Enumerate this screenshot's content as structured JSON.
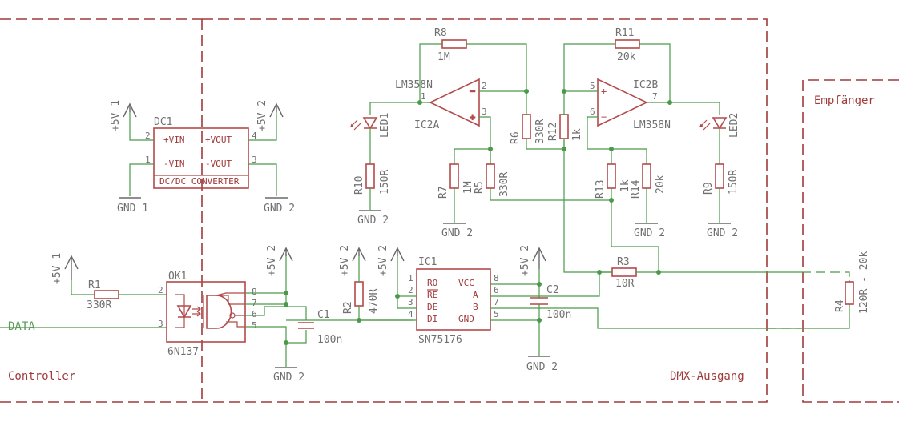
{
  "sections": {
    "controller": "Controller",
    "dmx_output": "DMX-Ausgang",
    "receiver": "Empfänger"
  },
  "signals": {
    "data": "DATA"
  },
  "supplies": {
    "vcc1_left": "+5V 1",
    "vcc2_dc": "+5V 2",
    "vcc1_dc": "+5V 1",
    "vcc1_r1": "+5V 1",
    "vcc2_ok1": "+5V 2",
    "vcc2_r2": "+5V 2",
    "vcc2_ic1": "+5V 2",
    "vcc2_c2": "+5V 2",
    "gnd1_dc": "GND 1",
    "gnd2_dc": "GND 2",
    "gnd2_ok1": "GND 2",
    "gnd2_c2": "GND 2",
    "gnd2_led1": "GND 2",
    "gnd2_r7": "GND 2",
    "gnd2_r14": "GND 2",
    "gnd2_led2": "GND 2"
  },
  "components": {
    "dc1": {
      "ref": "DC1",
      "vin_p": "+VIN",
      "vin_n": "-VIN",
      "vout_p": "+VOUT",
      "vout_n": "-VOUT",
      "name": "DC/DC CONVERTER",
      "pins": [
        "2",
        "1",
        "4",
        "3"
      ]
    },
    "ok1": {
      "ref": "OK1",
      "value": "6N137",
      "pins": [
        "2",
        "3",
        "8",
        "7",
        "6",
        "5"
      ]
    },
    "ic1": {
      "ref": "IC1",
      "value": "SN75176",
      "ro": "RO",
      "re": "RE",
      "de": "DE",
      "di": "DI",
      "vcc": "VCC",
      "a": "A",
      "b": "B",
      "gnd": "GND",
      "pins": [
        "1",
        "2",
        "3",
        "4",
        "8",
        "6",
        "7",
        "5"
      ]
    },
    "ic2a": {
      "ref": "IC2A",
      "value": "LM358N",
      "pins": [
        "1",
        "2",
        "3"
      ]
    },
    "ic2b": {
      "ref": "IC2B",
      "value": "LM358N",
      "pins": [
        "5",
        "6",
        "7"
      ]
    },
    "r1": {
      "ref": "R1",
      "value": "330R"
    },
    "r2": {
      "ref": "R2",
      "value": "470R"
    },
    "r3": {
      "ref": "R3",
      "value": "10R"
    },
    "r4": {
      "ref": "R4",
      "value": "120R - 20k"
    },
    "r5": {
      "ref": "R5",
      "value": "330R"
    },
    "r6": {
      "ref": "R6",
      "value": "330R"
    },
    "r7": {
      "ref": "R7",
      "value": "1M"
    },
    "r8": {
      "ref": "R8",
      "value": "1M"
    },
    "r9": {
      "ref": "R9",
      "value": "150R"
    },
    "r10": {
      "ref": "R10",
      "value": "150R"
    },
    "r11": {
      "ref": "R11",
      "value": "20k"
    },
    "r12": {
      "ref": "R12",
      "value": "1k"
    },
    "r13": {
      "ref": "R13",
      "value": "1k"
    },
    "r14": {
      "ref": "R14",
      "value": "20k"
    },
    "c1": {
      "ref": "C1",
      "value": "100n"
    },
    "c2": {
      "ref": "C2",
      "value": "100n"
    },
    "led1": {
      "ref": "LED1"
    },
    "led2": {
      "ref": "LED2"
    }
  }
}
